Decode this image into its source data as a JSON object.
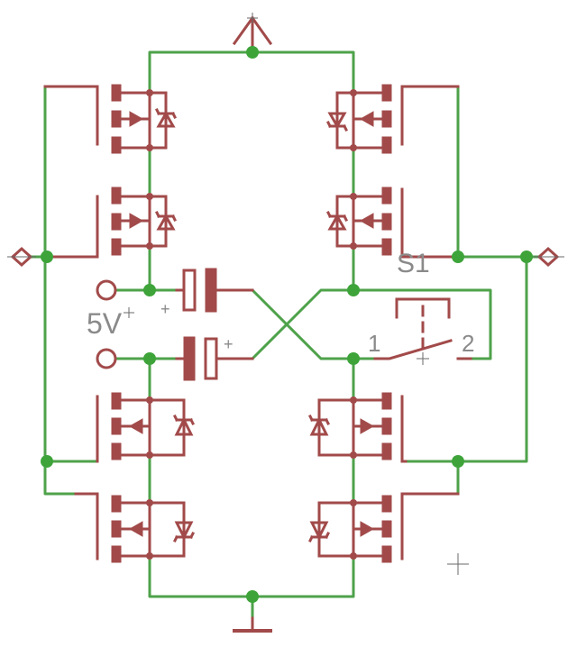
{
  "labels": {
    "switch_name": "S1",
    "supply": "5V",
    "switch_pin1": "1",
    "switch_pin2": "2",
    "cap_plus": "+"
  },
  "colors": {
    "wire": "#4ea24a",
    "component": "#a24a4a",
    "junction": "#3ea43a",
    "text": "#8a8a8a",
    "background": "#ffffff"
  },
  "icons": {
    "top_terminal": "supply-arrow-icon",
    "bottom_terminal": "ground-icon",
    "side_terminals": "diamond-terminal-icon",
    "inputs": "circle-terminal-icon"
  }
}
